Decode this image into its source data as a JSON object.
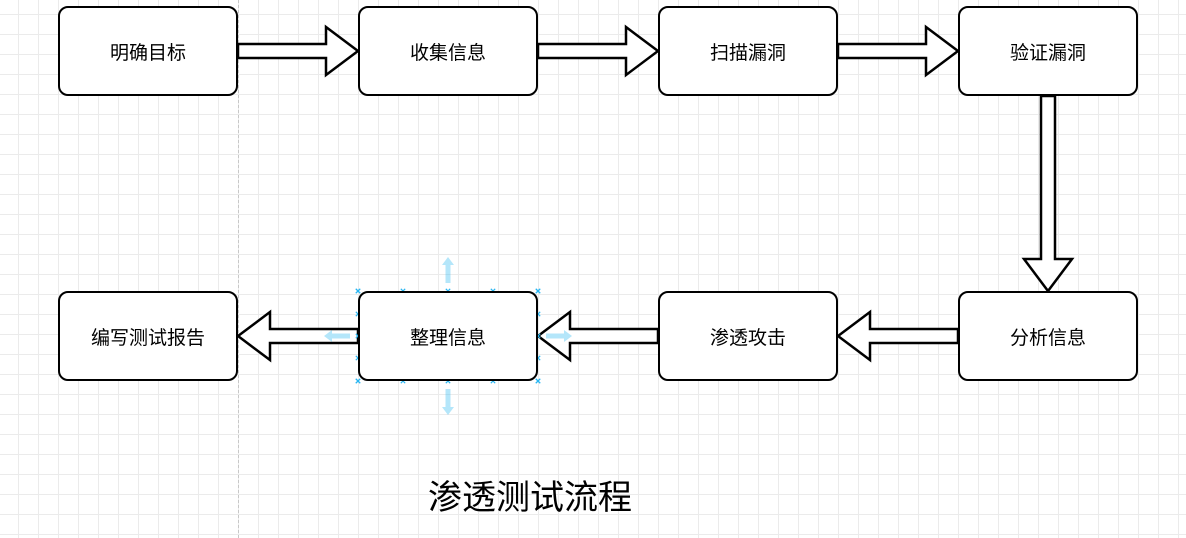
{
  "diagram": {
    "title": "渗透测试流程",
    "nodes": [
      {
        "id": "n1",
        "label": "明确目标"
      },
      {
        "id": "n2",
        "label": "收集信息"
      },
      {
        "id": "n3",
        "label": "扫描漏洞"
      },
      {
        "id": "n4",
        "label": "验证漏洞"
      },
      {
        "id": "n5",
        "label": "分析信息"
      },
      {
        "id": "n6",
        "label": "渗透攻击"
      },
      {
        "id": "n7",
        "label": "整理信息"
      },
      {
        "id": "n8",
        "label": "编写测试报告"
      }
    ],
    "edges": [
      {
        "from": "n1",
        "to": "n2"
      },
      {
        "from": "n2",
        "to": "n3"
      },
      {
        "from": "n3",
        "to": "n4"
      },
      {
        "from": "n4",
        "to": "n5"
      },
      {
        "from": "n5",
        "to": "n6"
      },
      {
        "from": "n6",
        "to": "n7"
      },
      {
        "from": "n7",
        "to": "n8"
      }
    ],
    "selected_node": "n7"
  },
  "colors": {
    "stroke": "#000000",
    "node_fill": "#ffffff",
    "arrow_fill": "#ffffff",
    "selection": "#29b6f2",
    "grid": "#ebebeb"
  }
}
